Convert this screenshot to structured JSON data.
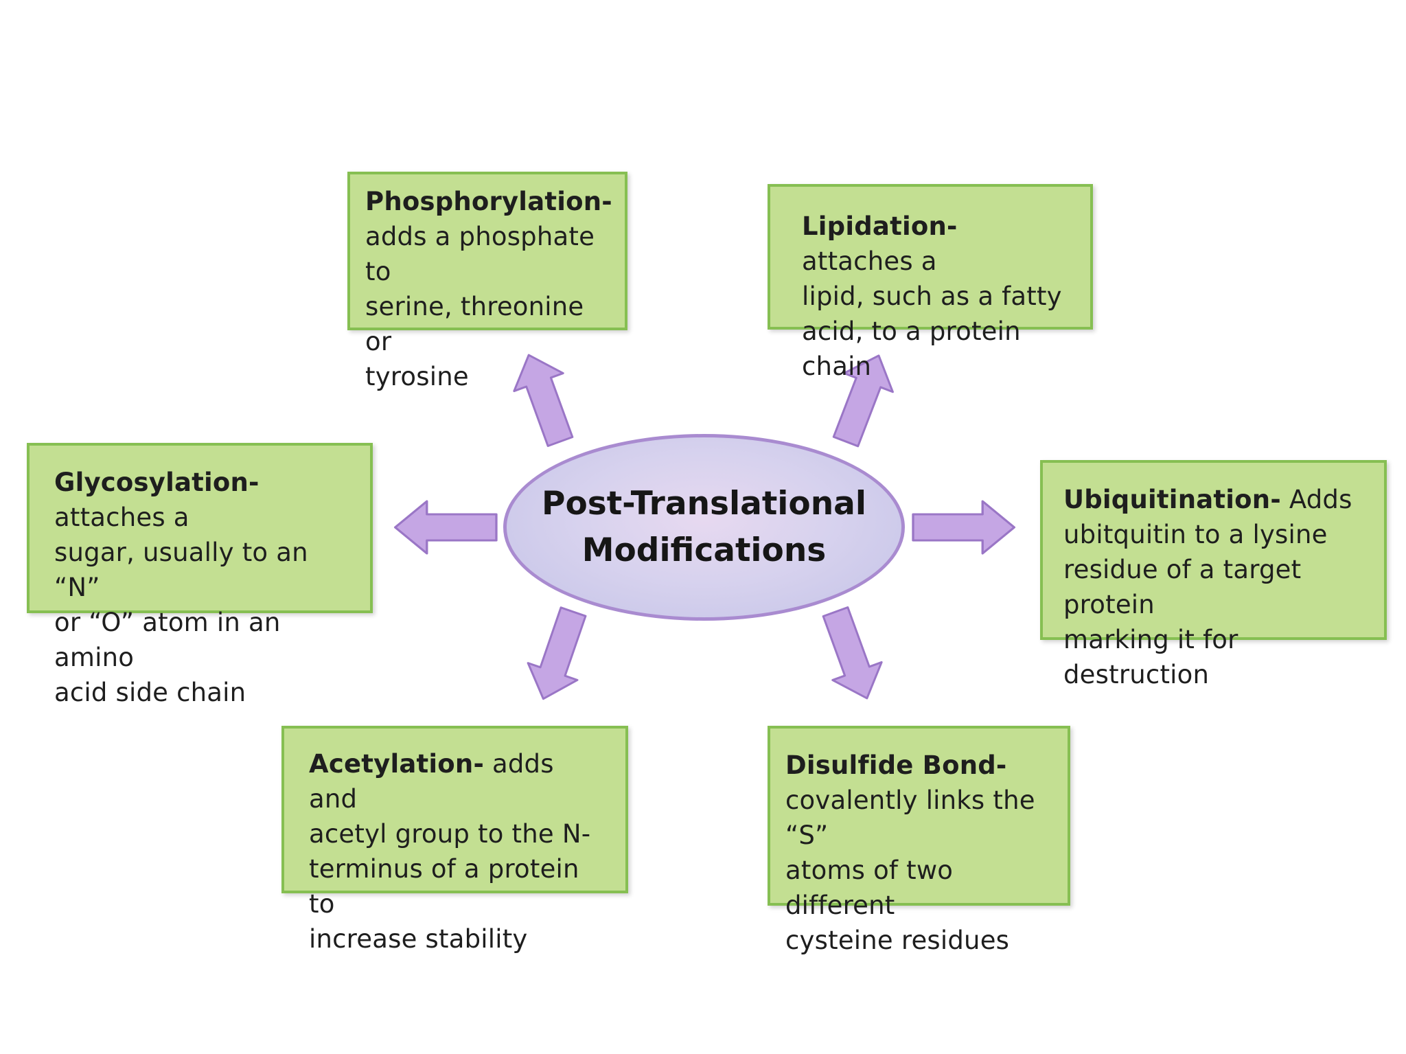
{
  "center": {
    "line1": "Post-Translational",
    "line2": "Modifications"
  },
  "boxes": {
    "phosphorylation": {
      "term": "Phosphorylation-",
      "lines": [
        "adds a phosphate to",
        "serine, threonine or",
        "tyrosine"
      ]
    },
    "lipidation": {
      "term": "Lipidation-",
      "first_rest": " attaches a",
      "lines": [
        "lipid, such as a fatty",
        "acid, to a protein chain"
      ]
    },
    "glycosylation": {
      "term": "Glycosylation-",
      "first_rest": " attaches a",
      "lines": [
        "sugar, usually to an “N”",
        "or “O” atom in an amino",
        "acid side chain"
      ]
    },
    "ubiquitination": {
      "term": "Ubiquitination-",
      "first_rest": " Adds",
      "lines": [
        "ubitquitin to a lysine",
        "residue of a target protein",
        "marking it for destruction"
      ]
    },
    "acetylation": {
      "term": "Acetylation-",
      "first_rest": " adds and",
      "lines": [
        "acetyl group to the N-",
        "terminus of a protein to",
        "increase stability"
      ]
    },
    "disulfide": {
      "term": "Disulfide Bond-",
      "lines": [
        "covalently links the “S”",
        "atoms of two different",
        "cysteine residues"
      ]
    }
  },
  "colors": {
    "box_fill": "#c3df92",
    "box_border": "#86bf52",
    "arrow_fill": "#c5a6e4",
    "arrow_stroke": "#9a76c6",
    "ellipse_fill": "#d7d2ee",
    "ellipse_border": "#a98bd0"
  }
}
